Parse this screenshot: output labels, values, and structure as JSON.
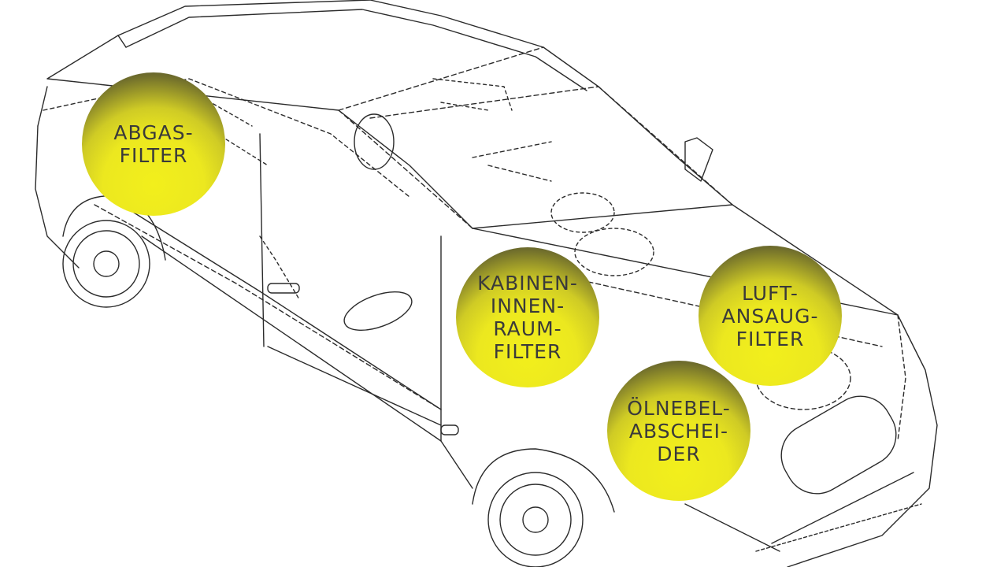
{
  "filters": {
    "abgasfilter": {
      "label": "ABGAS-\nFILTER"
    },
    "kabinenfilter": {
      "label": "KABINEN-\nINNEN-\nRAUM-\nFILTER"
    },
    "luftfilter": {
      "label": "LUFT-\nANSAUG-\nFILTER"
    },
    "oelnebel": {
      "label": "ÖLNEBEL-\nABSCHEI-\nDER"
    }
  },
  "colors": {
    "badge_yellow": "#ece81f",
    "badge_dark": "#3a3a36",
    "line": "#2b2b2b",
    "background": "#ffffff"
  }
}
